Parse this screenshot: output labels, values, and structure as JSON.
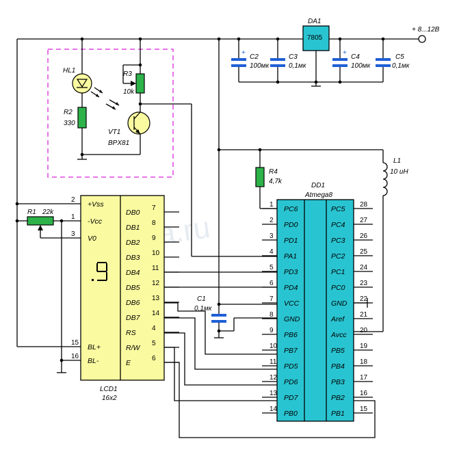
{
  "power": {
    "label": "+ 8...12В"
  },
  "regulator": {
    "ref": "DA1",
    "part": "7805"
  },
  "capacitors": {
    "c2": {
      "ref": "C2",
      "value": "100мк"
    },
    "c3": {
      "ref": "C3",
      "value": "0,1мк"
    },
    "c4": {
      "ref": "C4",
      "value": "100мк"
    },
    "c5": {
      "ref": "C5",
      "value": "0,1мк"
    },
    "c1": {
      "ref": "C1",
      "value": "0,1мк"
    }
  },
  "sensor": {
    "hl1": "HL1",
    "r2": {
      "ref": "R2",
      "value": "330"
    },
    "r3": {
      "ref": "R3",
      "value": "10k"
    },
    "vt1": {
      "ref": "VT1",
      "part": "BPX81"
    }
  },
  "r4": {
    "ref": "R4",
    "value": "4,7k"
  },
  "r1": {
    "ref": "R1",
    "value": "22k"
  },
  "l1": {
    "ref": "L1",
    "value": "10 uH"
  },
  "mcu": {
    "ref": "DD1",
    "part": "Atmega8",
    "left_pins": [
      {
        "num": "1",
        "name": "PC6"
      },
      {
        "num": "2",
        "name": "PD0"
      },
      {
        "num": "3",
        "name": "PD1"
      },
      {
        "num": "4",
        "name": "PA1"
      },
      {
        "num": "5",
        "name": "PD3"
      },
      {
        "num": "6",
        "name": "PD4"
      },
      {
        "num": "7",
        "name": "VCC"
      },
      {
        "num": "8",
        "name": "GND"
      },
      {
        "num": "9",
        "name": "PB6"
      },
      {
        "num": "10",
        "name": "PB7"
      },
      {
        "num": "11",
        "name": "PD5"
      },
      {
        "num": "12",
        "name": "PD6"
      },
      {
        "num": "13",
        "name": "PD7"
      },
      {
        "num": "14",
        "name": "PB0"
      }
    ],
    "right_pins": [
      {
        "num": "28",
        "name": "PC5"
      },
      {
        "num": "27",
        "name": "PC4"
      },
      {
        "num": "26",
        "name": "PC3"
      },
      {
        "num": "25",
        "name": "PC2"
      },
      {
        "num": "24",
        "name": "PC1"
      },
      {
        "num": "23",
        "name": "PC0"
      },
      {
        "num": "22",
        "name": "GND"
      },
      {
        "num": "21",
        "name": "Aref"
      },
      {
        "num": "20",
        "name": "Avcc"
      },
      {
        "num": "19",
        "name": "PB5"
      },
      {
        "num": "18",
        "name": "PB4"
      },
      {
        "num": "17",
        "name": "PB3"
      },
      {
        "num": "16",
        "name": "PB2"
      },
      {
        "num": "15",
        "name": "PB1"
      }
    ]
  },
  "lcd": {
    "ref": "LCD1",
    "size": "16x2",
    "left_pins": [
      {
        "num": "2",
        "name": "+Vss"
      },
      {
        "num": "1",
        "name": "-Vcc"
      },
      {
        "num": "3",
        "name": "V0"
      },
      {
        "num": "15",
        "name": "BL+"
      },
      {
        "num": "16",
        "name": "BL-"
      }
    ],
    "right_pins": [
      {
        "num": "7",
        "name": "DB0"
      },
      {
        "num": "8",
        "name": "DB1"
      },
      {
        "num": "9",
        "name": "DB2"
      },
      {
        "num": "10",
        "name": "DB3"
      },
      {
        "num": "11",
        "name": "DB4"
      },
      {
        "num": "12",
        "name": "DB5"
      },
      {
        "num": "13",
        "name": "DB6"
      },
      {
        "num": "14",
        "name": "DB7"
      },
      {
        "num": "4",
        "name": "RS"
      },
      {
        "num": "5",
        "name": "R/W"
      },
      {
        "num": "6",
        "name": "E"
      }
    ]
  },
  "watermark": "Joyta.ru",
  "colors": {
    "chip": "#29c4d1",
    "lcd": "#fafaa0",
    "resistor": "#2db34a",
    "capacitor": "#1f5fd6",
    "dashed": "#e045e0"
  }
}
